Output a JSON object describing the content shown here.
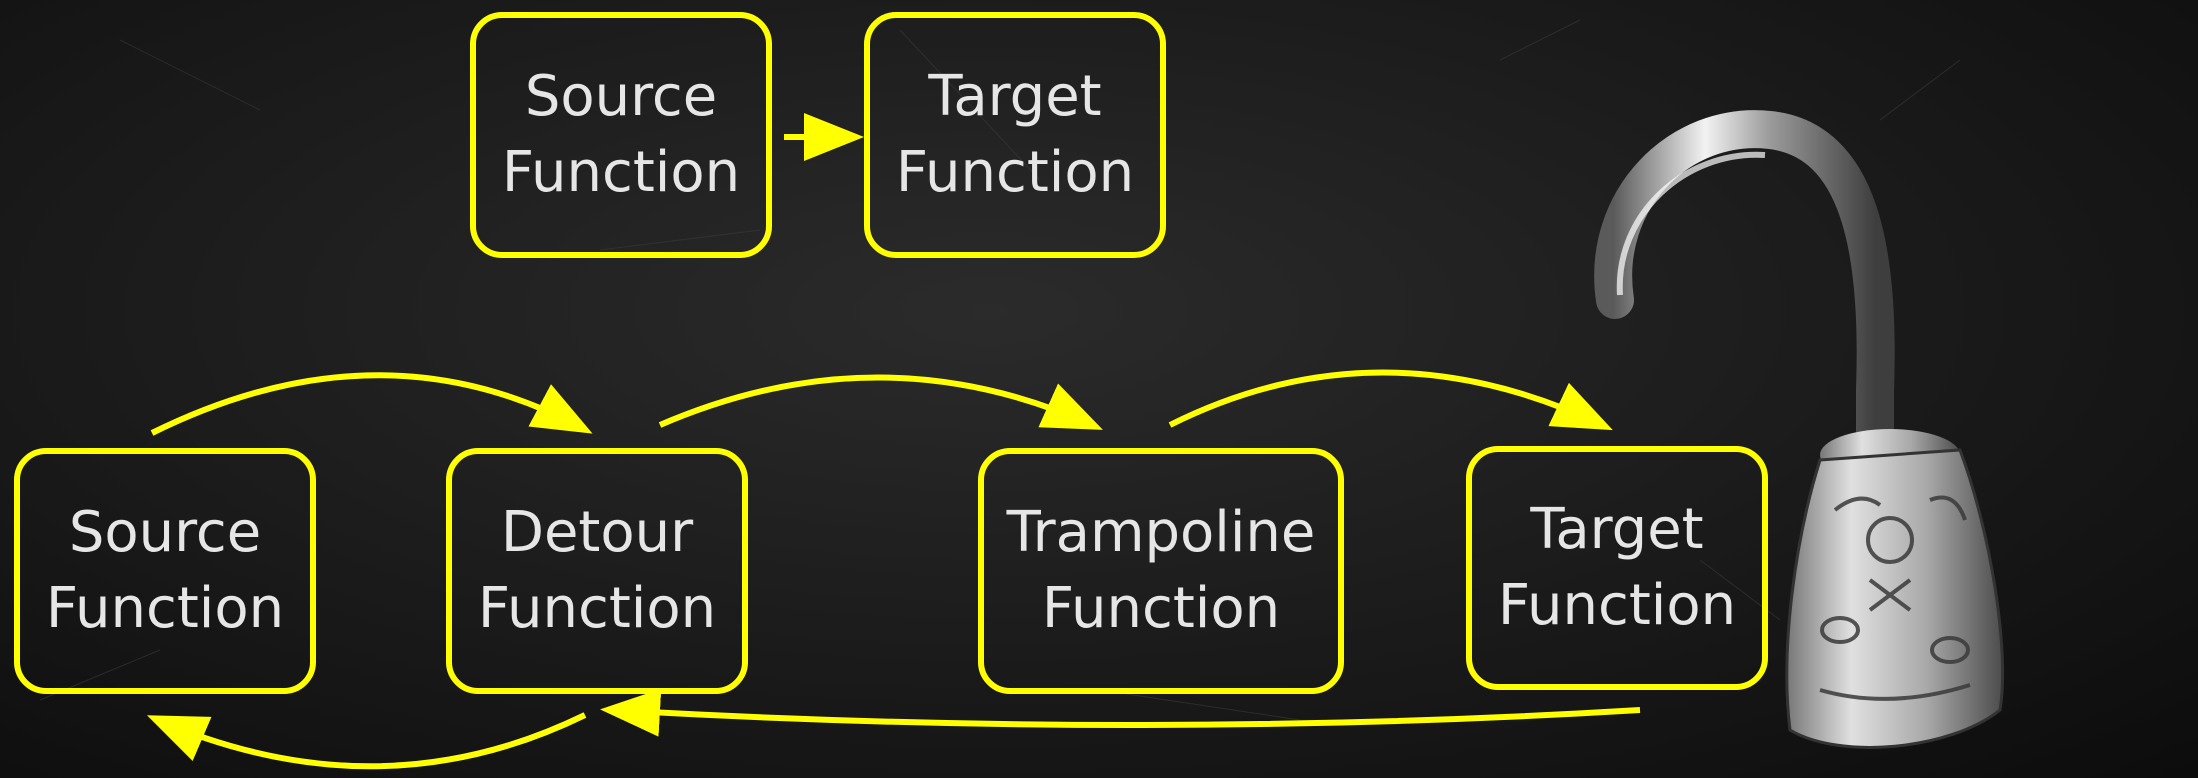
{
  "diagram": {
    "top": {
      "source": {
        "line1": "Source",
        "line2": "Function"
      },
      "target": {
        "line1": "Target",
        "line2": "Function"
      }
    },
    "bottom": {
      "source": {
        "line1": "Source",
        "line2": "Function"
      },
      "detour": {
        "line1": "Detour",
        "line2": "Function"
      },
      "trampoline": {
        "line1": "Trampoline",
        "line2": "Function"
      },
      "target": {
        "line1": "Target",
        "line2": "Function"
      }
    }
  },
  "colors": {
    "accent": "#ffff00",
    "text": "#e6e6e6",
    "background": "#1c1c1c"
  },
  "image": {
    "icon": "pirate-hook-icon"
  }
}
